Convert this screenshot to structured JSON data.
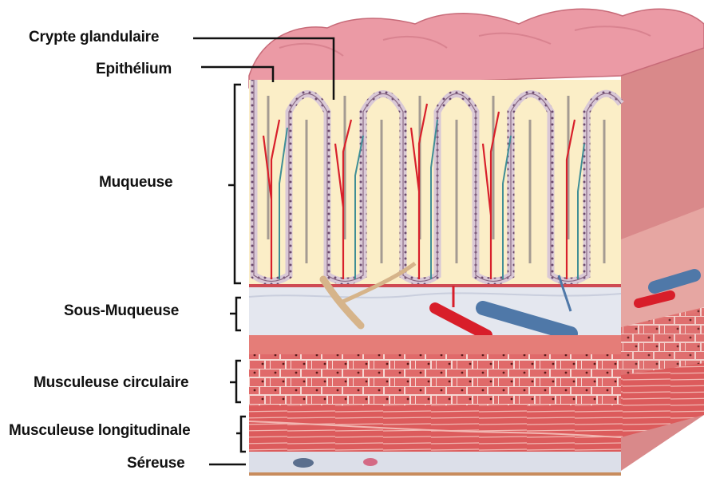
{
  "labels": {
    "crypte": "Crypte glandulaire",
    "epithelium": "Epithélium",
    "muqueuse": "Muqueuse",
    "sous_muqueuse": "Sous-Muqueuse",
    "musculeuse_circulaire": "Musculeuse circulaire",
    "musculeuse_longitudinale": "Musculeuse longitudinale",
    "sereuse": "Séreuse"
  },
  "colors": {
    "mucosa_surface": "#e98f9a",
    "lamina_propria": "#fbeec7",
    "submucosa": "#e4e7ef",
    "muscle": "#d9575a",
    "artery": "#d81e2a",
    "vein": "#4f78a8",
    "nerve": "#d6b48a",
    "serosa": "#dcdfe9"
  }
}
